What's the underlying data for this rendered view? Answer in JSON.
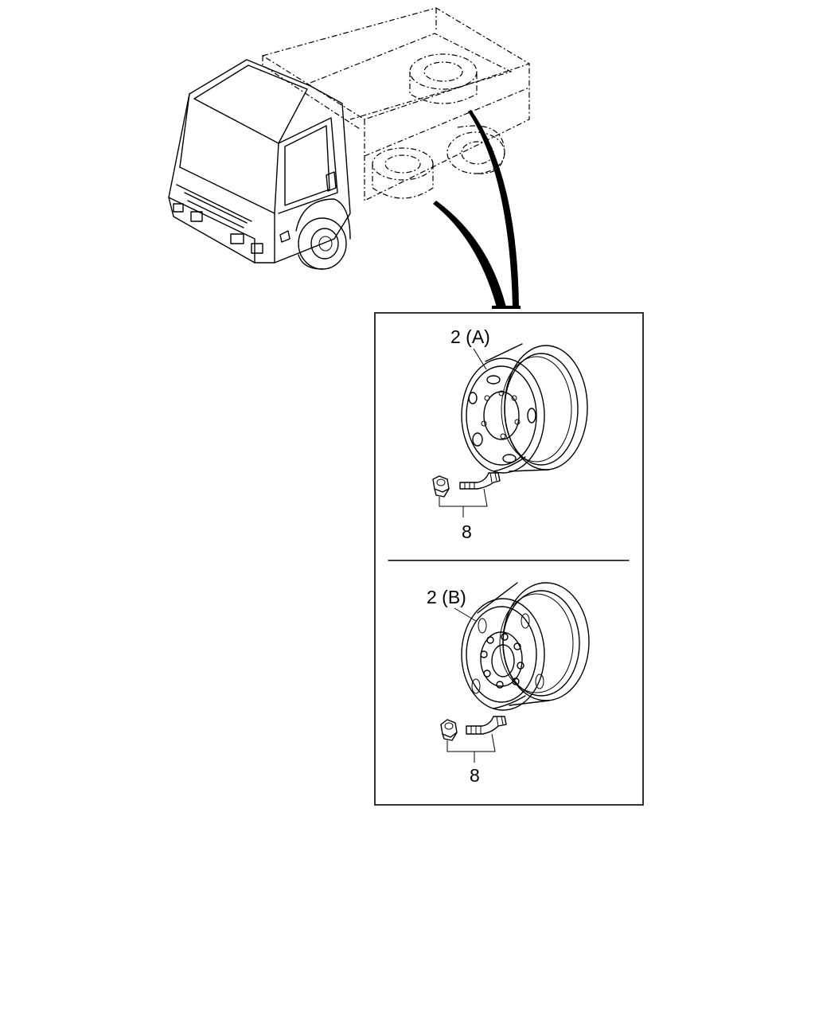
{
  "diagram": {
    "parts": [
      {
        "callout": "2 (A)",
        "kit_label": "8"
      },
      {
        "callout": "2 (B)",
        "kit_label": "8"
      }
    ]
  }
}
